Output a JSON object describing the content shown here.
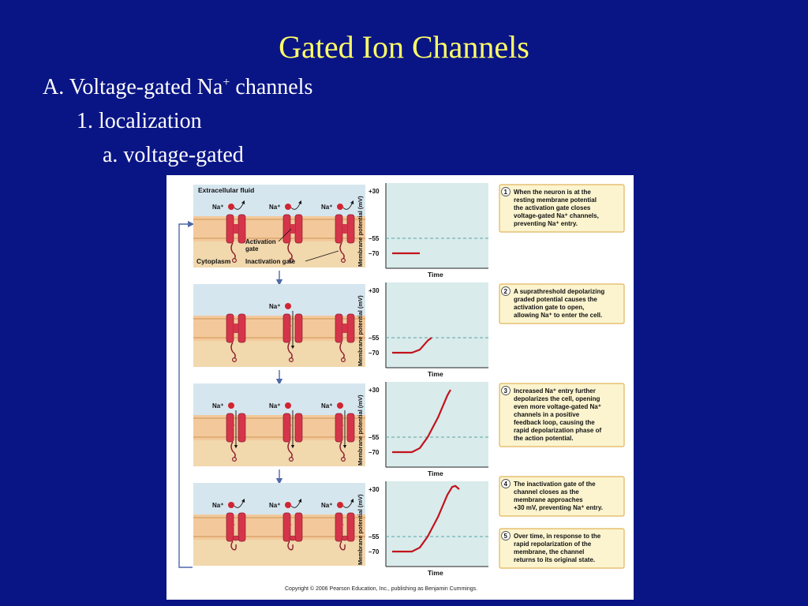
{
  "slide": {
    "title": "Gated Ion Channels",
    "outline": {
      "level_a_prefix": "A. Voltage-gated Na",
      "level_a_sup": "+",
      "level_a_suffix": " channels",
      "level_1": "1. localization",
      "level_a2": "a. voltage-gated"
    }
  },
  "figure": {
    "labels": {
      "extracellular": "Extracellular fluid",
      "cytoplasm": "Cytoplasm",
      "activation_gate_line1": "Activation",
      "activation_gate_line2": "gate",
      "inactivation_gate": "Inactivation gate",
      "na": "Na",
      "na_sup": "+"
    },
    "graph": {
      "y_axis_label": "Membrane potential (mV)",
      "x_axis_label": "Time",
      "ticks": [
        "+30",
        "–55",
        "–70"
      ]
    },
    "steps": [
      {
        "number": "1",
        "lines": [
          "When the neuron is at the",
          "resting membrane potential",
          "the activation gate closes",
          "voltage-gated Na⁺ channels,",
          "preventing Na⁺ entry."
        ],
        "na_positions": [
          "Na⁺",
          "Na⁺",
          "Na⁺"
        ]
      },
      {
        "number": "2",
        "lines": [
          "A suprathreshold depolarizing",
          "graded potential causes the",
          "activation gate to open,",
          "allowing Na⁺ to enter the cell."
        ],
        "na_positions": [
          "",
          "Na⁺",
          ""
        ]
      },
      {
        "number": "3",
        "lines": [
          "Increased Na⁺ entry further",
          "depolarizes the cell, opening",
          "even more voltage-gated Na⁺",
          "channels in a positive",
          "feedback loop, causing the",
          "rapid depolarization phase of",
          "the action potential."
        ],
        "na_positions": [
          "Na⁺",
          "Na⁺",
          "Na⁺"
        ]
      },
      {
        "number": "4",
        "lines": [
          "The inactivation gate of the",
          "channel closes as the",
          "membrane approaches",
          "+30 mV, preventing Na⁺ entry."
        ],
        "na_positions": [
          "Na⁺",
          "Na⁺",
          "Na⁺"
        ]
      },
      {
        "number": "5",
        "lines": [
          "Over time, in response to the",
          "rapid repolarization of the",
          "membrane, the channel",
          "returns to its original state."
        ]
      }
    ],
    "copyright": "Copyright © 2006 Pearson Education, Inc., publishing as Benjamin Cummings.",
    "colors": {
      "extracellular": "#d6e6ef",
      "membrane": "#f3c99b",
      "cytoplasm": "#f1d8ad",
      "channel": "#d5354a",
      "ion": "#d02531",
      "graph_bg": "#d9ebeb",
      "trace": "#c3121d",
      "threshold": "#5aa3a3",
      "callout_bg": "#fbf4cf",
      "callout_border": "#e2b55c",
      "arrow": "#4f69a8"
    }
  }
}
